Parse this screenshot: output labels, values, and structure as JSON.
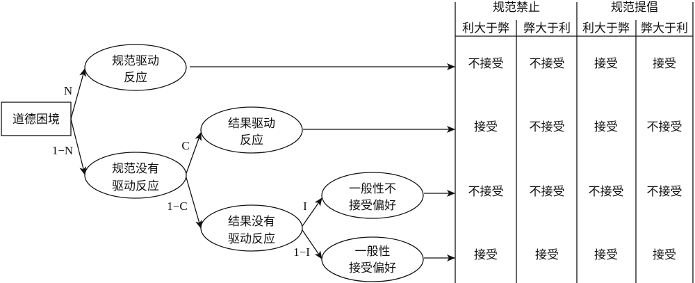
{
  "diagram": {
    "root": {
      "label": "道德困境"
    },
    "nodes": {
      "norm_driven": {
        "line1": "规范驱动",
        "line2": "反应"
      },
      "norm_not_driven": {
        "line1": "规范没有",
        "line2": "驱动反应"
      },
      "outcome_driven": {
        "line1": "结果驱动",
        "line2": "反应"
      },
      "outcome_not_driven": {
        "line1": "结果没有",
        "line2": "驱动反应"
      },
      "general_reject": {
        "line1": "一般性不",
        "line2": "接受偏好"
      },
      "general_accept": {
        "line1": "一般性",
        "line2": "接受偏好"
      }
    },
    "edges": {
      "root_to_norm": "N",
      "root_to_no_norm": "1−N",
      "no_norm_to_outcome": "C",
      "no_norm_to_no_outcome": "1−C",
      "no_outcome_to_reject": "I",
      "no_outcome_to_accept": "1−I"
    }
  },
  "table": {
    "groups": [
      "规范禁止",
      "规范提倡"
    ],
    "subheaders": [
      "利大于弊",
      "弊大于利",
      "利大于弊",
      "弊大于利"
    ],
    "rows": [
      [
        "不接受",
        "不接受",
        "接受",
        "接受"
      ],
      [
        "接受",
        "不接受",
        "接受",
        "不接受"
      ],
      [
        "不接受",
        "不接受",
        "不接受",
        "不接受"
      ],
      [
        "接受",
        "接受",
        "接受",
        "接受"
      ]
    ]
  }
}
